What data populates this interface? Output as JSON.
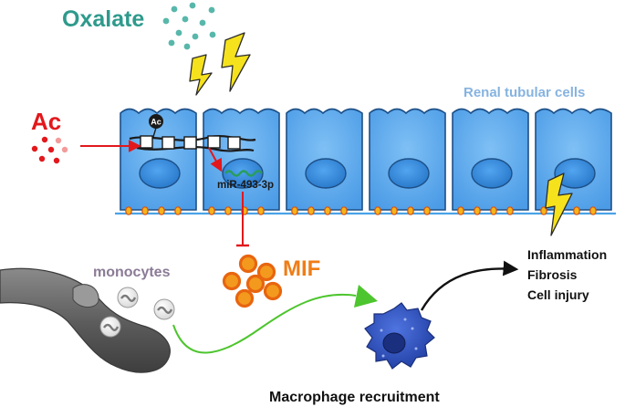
{
  "labels": {
    "oxalate": "Oxalate",
    "renal_tubular_cells": "Renal tubular cells",
    "ac": "Ac",
    "ac_badge": "Ac",
    "mirna": "miR-493-3p",
    "mif": "MIF",
    "monocytes": "monocytes",
    "macrophage_recruitment": "Macrophage recruitment"
  },
  "outcomes": [
    "Inflammation",
    "Fibrosis",
    "Cell injury"
  ],
  "colors": {
    "oxalate_text": "#2e9a8c",
    "oxalate_dots": "#58b7ab",
    "renal_label": "#86b3e0",
    "cell_fill": "#5ea9ee",
    "cell_stroke": "#1d4f86",
    "nucleus_fill": "#2f88dd",
    "basement_line": "#4aa3e8",
    "bead_fill": "#f6b41b",
    "bead_stroke": "#d9530f",
    "ac_red": "#e2181c",
    "ac_dots_light": "#f39b9b",
    "mir_green": "#2a9d5c",
    "mif_orange": "#ef7d16",
    "mif_ring": "#e8650f",
    "mif_core": "#f39a1e",
    "monocyte_label": "#8b7b96",
    "vessel_grey": "#6a6a6a",
    "green_arrow": "#4dc52e",
    "macrophage": "#2f56c9",
    "lightning": "#f5e21d",
    "lightning_stroke": "#2b2b2b"
  }
}
